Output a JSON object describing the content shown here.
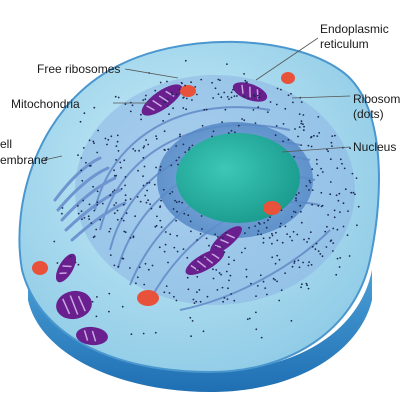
{
  "labels": {
    "free_ribosomes": "Free ribosomes",
    "mitochondria": "Mitochondria",
    "cell_membrane_line1": "ell",
    "cell_membrane_line2": "embrane",
    "endoplasmic_reticulum_line1": "Endoplasmic",
    "endoplasmic_reticulum_line2": "reticulum",
    "ribosomes_line1": "Ribosom",
    "ribosomes_line2": "(dots)",
    "nucleus": "Nucleus"
  },
  "colors": {
    "cytoplasm": "#a9dcef",
    "membrane": "#5aa8d4",
    "membrane_side": "#2f7fbf",
    "nucleus": "#27b3a4",
    "mitochondria": "#6a1f8f",
    "mitochondria_crista": "#c9a7e3",
    "lysosome": "#e8513a",
    "er": "#6a8fc7",
    "ribosome_dot": "#1b2b55"
  }
}
